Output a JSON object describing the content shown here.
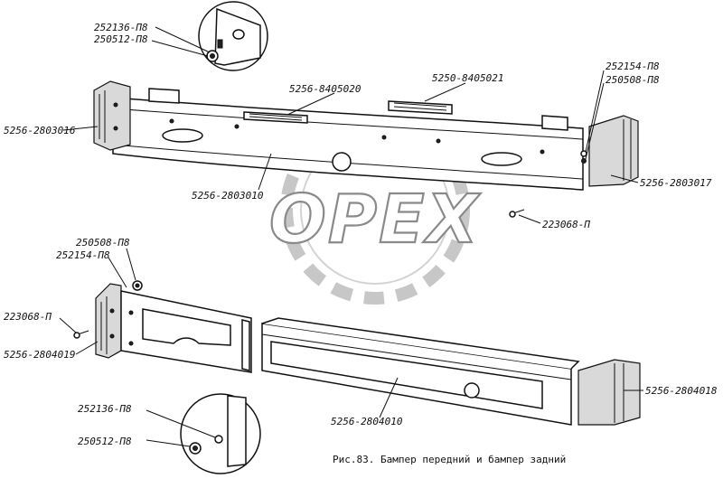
{
  "labels": {
    "l_252136_top": "252136-П8",
    "l_250512_top": "250512-П8",
    "l_5256_8405020": "5256-8405020",
    "l_5250_8405021": "5250-8405021",
    "l_252154_right": "252154-П8",
    "l_250508_right": "250508-П8",
    "l_5256_2803016": "5256-2803016",
    "l_5256_2803017": "5256-2803017",
    "l_5256_2803010": "5256-2803010",
    "l_223068_right": "223068-П",
    "l_250508_left": "250508-П8",
    "l_252154_left": "252154-П8",
    "l_223068_left": "223068-П",
    "l_5256_2804019": "5256-2804019",
    "l_5256_2804018": "5256-2804018",
    "l_252136_bottom": "252136-П8",
    "l_250512_bottom": "250512-П8",
    "l_5256_2804010": "5256-2804010"
  },
  "caption": "Рис.83. Бампер передний и бампер задний",
  "watermark": "OPEX"
}
